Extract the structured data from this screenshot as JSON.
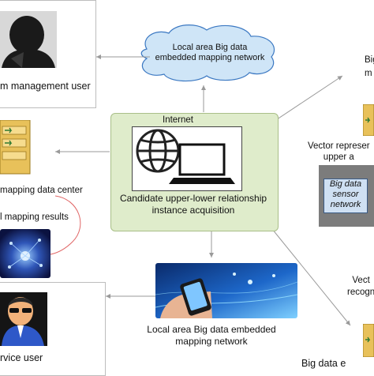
{
  "nodes": {
    "top_cloud": "Local area Big data embedded mapping network",
    "internet_label": "Internet",
    "center_caption": "Candidate upper-lower relationship instance acquisition",
    "management_user": "m management user",
    "data_center": "mapping data center",
    "mapping_results": "l mapping results",
    "service_user": "rvice user",
    "bottom_network": "Local area Big data embedded mapping network",
    "right_top": "Big\nm",
    "right_vector": "Vector represer\nupper a",
    "sensor_network": "Big data\nsensor\nnetwork",
    "right_recog": "Vect\nrecogn",
    "right_bottom": "Big data e"
  },
  "colors": {
    "center_fill": "#dfeccb",
    "cloud_fill": "#cfe5f7",
    "cloud_stroke": "#3b78c2",
    "folder_fill": "#e8c15a",
    "arrow_gray": "#9a9a9a",
    "curve_red": "#e06565"
  }
}
